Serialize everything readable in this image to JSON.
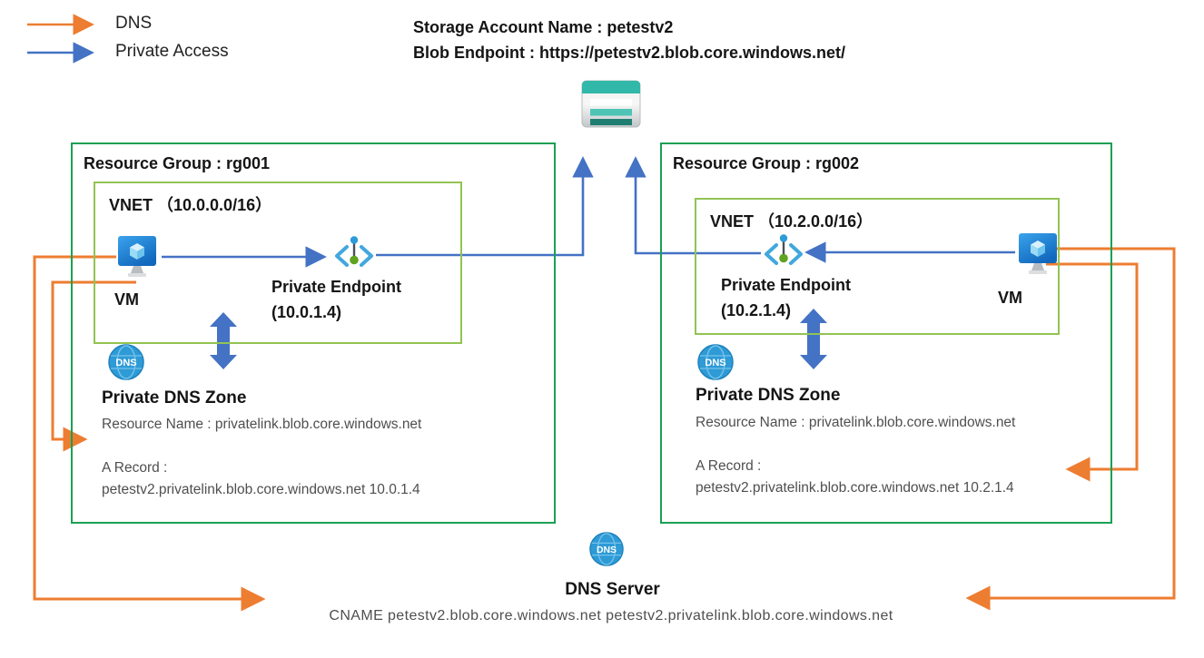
{
  "legend": {
    "items": [
      {
        "label": "DNS",
        "color": "#ED7D31"
      },
      {
        "label": "Private Access",
        "color": "#4472C4"
      }
    ]
  },
  "storage": {
    "title": "Storage Account Name : petestv2",
    "subtitle": "Blob Endpoint : https://petestv2.blob.core.windows.net/",
    "icon": "storage-account-icon"
  },
  "resource_groups": [
    {
      "title": "Resource Group : rg001",
      "vnet_label": "VNET （10.0.0.0/16）",
      "vm_label": "VM",
      "private_endpoint": {
        "name": "Private Endpoint",
        "ip": "(10.0.1.4)"
      },
      "dns_zone": {
        "title": "Private DNS Zone",
        "resource_name": "Resource Name : privatelink.blob.core.windows.net",
        "a_record_label": "A Record :",
        "a_record_value": "petestv2.privatelink.blob.core.windows.net 10.0.1.4"
      }
    },
    {
      "title": "Resource Group : rg002",
      "vnet_label": "VNET （10.2.0.0/16）",
      "vm_label": "VM",
      "private_endpoint": {
        "name": "Private Endpoint",
        "ip": "(10.2.1.4)"
      },
      "dns_zone": {
        "title": "Private DNS Zone",
        "resource_name": "Resource Name : privatelink.blob.core.windows.net",
        "a_record_label": "A Record :",
        "a_record_value": "petestv2.privatelink.blob.core.windows.net 10.2.1.4"
      }
    }
  ],
  "dns_server": {
    "title": "DNS Server",
    "cname": "CNAME petestv2.blob.core.windows.net petestv2.privatelink.blob.core.windows.net"
  },
  "colors": {
    "dns_arrow": "#ED7D31",
    "private_access_arrow": "#4472C4",
    "resource_group_border": "#1ba053",
    "vnet_border": "#92c353",
    "storage_teal": "#31B8A9",
    "storage_teal_dark": "#1F7E72",
    "dns_icon_blue": "#2E9AD6",
    "vm_icon_blue": "#1B7FD4",
    "endpoint_green": "#5FA321"
  }
}
